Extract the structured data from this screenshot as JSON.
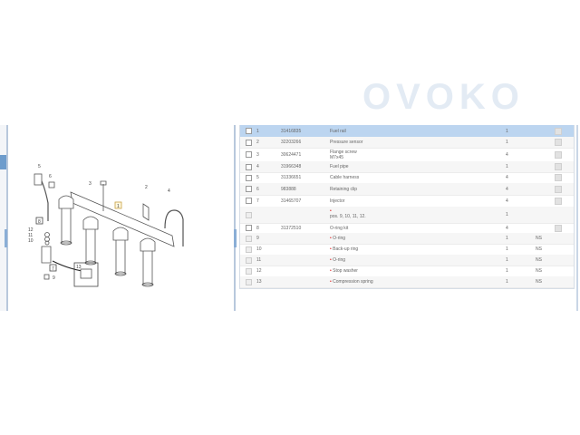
{
  "diagram": {
    "callouts": [
      "5",
      "6",
      "3",
      "2",
      "4",
      "1",
      "8",
      "12",
      "11",
      "10",
      "7",
      "13",
      "9"
    ]
  },
  "table": {
    "rows": [
      {
        "pos": "1",
        "part": "31416835",
        "desc": "Fuel rail",
        "qty": "1",
        "ns": "",
        "note": true,
        "selected": true
      },
      {
        "pos": "2",
        "part": "32203266",
        "desc": "Pressure sensor",
        "qty": "1",
        "ns": "",
        "note": true
      },
      {
        "pos": "3",
        "part": "30624471",
        "desc": "Flange screw",
        "desc2": "M7x45",
        "qty": "4",
        "ns": "",
        "note": true
      },
      {
        "pos": "4",
        "part": "31966348",
        "desc": "Fuel pipe",
        "qty": "1",
        "ns": "",
        "note": true
      },
      {
        "pos": "5",
        "part": "31336651",
        "desc": "Cable harness",
        "qty": "4",
        "ns": "",
        "note": true
      },
      {
        "pos": "6",
        "part": "983888",
        "desc": "Retaining clip",
        "qty": "4",
        "ns": "",
        "note": true
      },
      {
        "pos": "7",
        "part": "31465707",
        "desc": "Injector",
        "qty": "4",
        "ns": "",
        "note": true
      },
      {
        "pos": "",
        "part": "",
        "desc": "pos. 9, 10, 11, 12.",
        "qty": "1",
        "ns": "",
        "note": false,
        "bullet": true,
        "sub": true
      },
      {
        "pos": "8",
        "part": "31372510",
        "desc": "O-ring kit",
        "qty": "4",
        "ns": "",
        "note": true
      },
      {
        "pos": "9",
        "part": "",
        "desc": "O-ring",
        "qty": "1",
        "ns": "NS",
        "note": false,
        "bullet": true
      },
      {
        "pos": "10",
        "part": "",
        "desc": "Back-up ring",
        "qty": "1",
        "ns": "NS",
        "note": false,
        "bullet": true
      },
      {
        "pos": "11",
        "part": "",
        "desc": "O-ring",
        "qty": "1",
        "ns": "NS",
        "note": false,
        "bullet": true
      },
      {
        "pos": "12",
        "part": "",
        "desc": "Stop washer",
        "qty": "1",
        "ns": "NS",
        "note": false,
        "bullet": true
      },
      {
        "pos": "13",
        "part": "",
        "desc": "Compression spring",
        "qty": "1",
        "ns": "NS",
        "note": false,
        "bullet": true
      }
    ]
  },
  "watermark": "OVOKO",
  "colors": {
    "selected_row": "#bcd5f0",
    "accent": "#6d9ccc",
    "bullet": "#dd2222"
  }
}
